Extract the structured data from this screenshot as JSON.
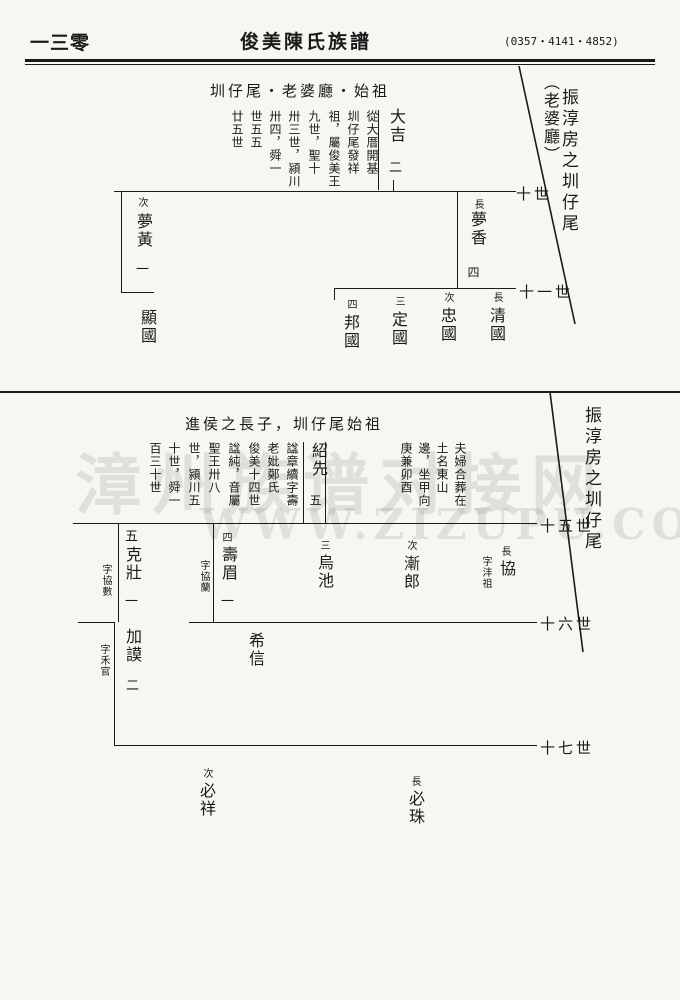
{
  "header": {
    "page_number": "一三零",
    "title": "俊美陳氏族譜",
    "phone": "(0357・4141・4852)"
  },
  "section1": {
    "side_title": "振淳房之圳仔尾",
    "side_sub": "（老婆廳）",
    "heading": "圳仔尾・老婆廳・始祖",
    "note_cols": [
      "從大厝開基",
      "圳仔尾發祥",
      "祖，屬俊美王",
      "九世，聖十",
      "卅三世，潁川",
      "卅四，舜一",
      "世五五",
      "廿五世"
    ],
    "names": {
      "dadi": "大吉",
      "dadi_rank": "二",
      "mengxiang_prefix": "長",
      "mengxiang": "夢香",
      "mengxiang_rank": "四",
      "menghuang_prefix": "次",
      "menghuang": "夢黃",
      "menghuang_rank": "一",
      "xianguo": "顯國",
      "qingguo_prefix": "長",
      "qingguo": "清國",
      "zhongguo_prefix": "次",
      "zhongguo": "忠國",
      "dingguo_prefix": "三",
      "dingguo": "定國",
      "bangguo_prefix": "四",
      "bangguo": "邦國"
    },
    "generations": [
      "十世",
      "十一世"
    ]
  },
  "section2": {
    "side_title": "振淳房之圳仔尾",
    "heading": "進侯之長子，圳仔尾始祖",
    "note_right_cols": [
      "夫婦合葬在",
      "土名東山",
      "邊，坐甲向",
      "庚兼卯酉"
    ],
    "note_left_cols": [
      "諡章續字壽",
      "老妣鄭氏",
      "俊美十四世",
      "諡純，音屬",
      "聖王卅八",
      "世，潁川五",
      "十世，舜一",
      "百三十世"
    ],
    "names": {
      "shaoxian": "紹先",
      "shaoxian_rank": "五",
      "xie_prefix": "長",
      "xie": "協",
      "xie_courtesy": "字沣祖",
      "jianlang_prefix": "次",
      "jianlang": "漸郎",
      "wuchi_prefix": "三",
      "wuchi": "烏池",
      "shoumei_prefix": "四",
      "shoumei": "壽眉",
      "shoumei_courtesy": "字協蘭",
      "shoumei_rank": "一",
      "kezhuang_prefix": "五",
      "kezhuang": "克壯",
      "kezhuang_courtesy": "字協數",
      "kezhuang_rank": "一",
      "xixin": "希信",
      "jiamo": "加謨",
      "jiamo_courtesy": "字禾官",
      "jiamo_rank": "二",
      "bizhu_prefix": "長",
      "bizhu": "必珠",
      "bixiang_prefix": "次",
      "bixiang": "必祥"
    },
    "generations": [
      "十五世",
      "十六世",
      "十七世"
    ]
  },
  "watermark": {
    "cn": "漳州族谱对接网",
    "en": "WWW.ZIZUPU.COM"
  }
}
